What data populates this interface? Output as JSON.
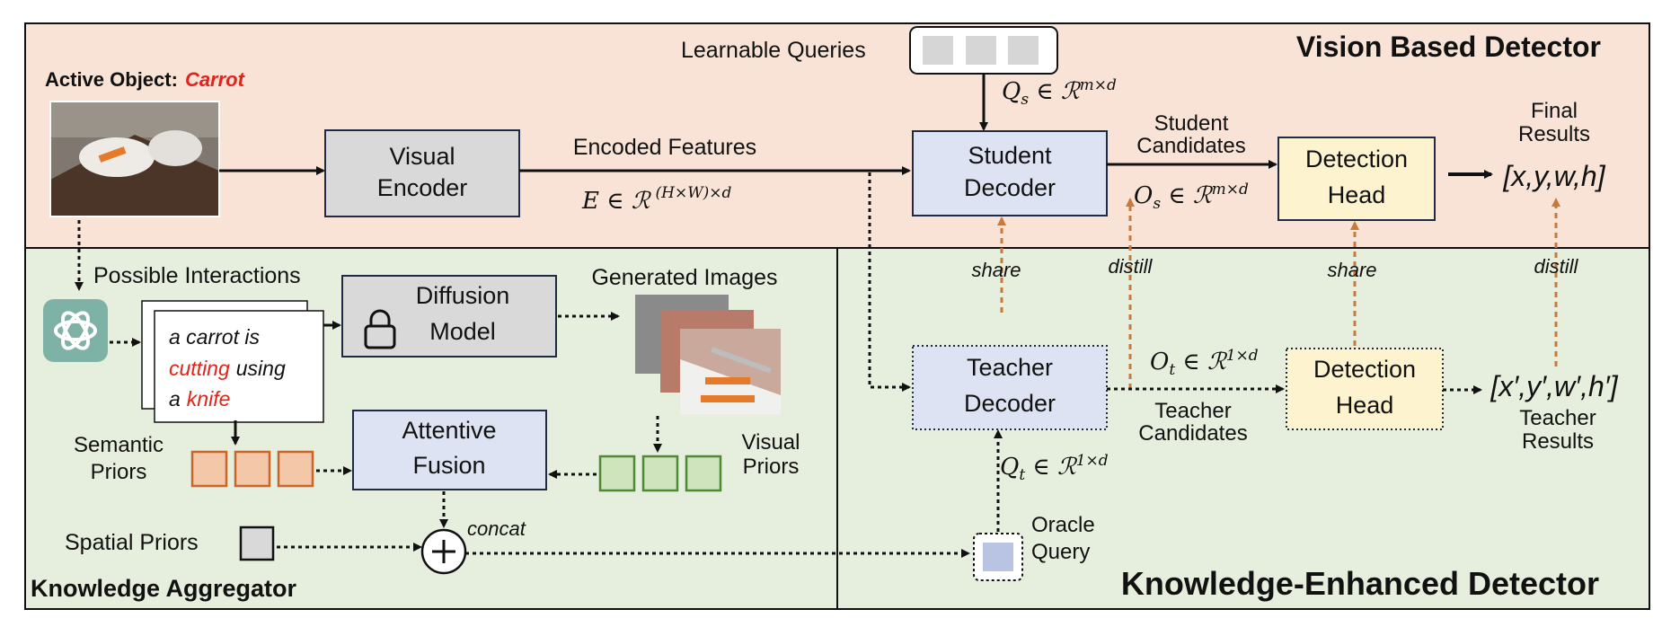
{
  "panels": {
    "vision_title": "Vision Based Detector",
    "aggregator_title": "Knowledge Aggregator",
    "enhanced_title": "Knowledge-Enhanced Detector"
  },
  "active_object": {
    "label": "Active Object:",
    "value": "Carrot"
  },
  "learnable_queries": {
    "label": "Learnable Queries",
    "math": "Q_s ∈ ℛ^{m×d}"
  },
  "visual_encoder": {
    "line1": "Visual",
    "line2": "Encoder"
  },
  "encoded_features": {
    "label": "Encoded Features",
    "math_base": "E ∈ ℛ",
    "math_sup": "(H×W)×d"
  },
  "student_decoder": {
    "line1": "Student",
    "line2": "Decoder"
  },
  "student_candidates": {
    "line1": "Student",
    "line2": "Candidates",
    "math": "O_s ∈ ℛ^{m×d}"
  },
  "detection_head_top": {
    "line1": "Detection",
    "line2": "Head"
  },
  "final_results": {
    "line1": "Final",
    "line2": "Results",
    "value": "[x,y,w,h]"
  },
  "edges": {
    "share_left": "share",
    "distill_left": "distill",
    "share_right": "share",
    "distill_right": "distill",
    "concat": "concat"
  },
  "possible_interactions": {
    "label": "Possible Interactions",
    "prompt_line1": "a carrot is",
    "prompt_line2_red": "cutting",
    "prompt_line2_rest": "using",
    "prompt_line3_a": "a",
    "prompt_line3_red": "knife"
  },
  "diffusion_model": {
    "line1": "Diffusion",
    "line2": "Model"
  },
  "generated_images": {
    "label": "Generated Images"
  },
  "semantic_priors": {
    "line1": "Semantic",
    "line2": "Priors"
  },
  "attentive_fusion": {
    "line1": "Attentive",
    "line2": "Fusion"
  },
  "visual_priors": {
    "line1": "Visual",
    "line2": "Priors"
  },
  "spatial_priors": {
    "label": "Spatial Priors"
  },
  "teacher_decoder": {
    "line1": "Teacher",
    "line2": "Decoder"
  },
  "teacher_candidates": {
    "line1": "Teacher",
    "line2": "Candidates",
    "math": "O_t ∈ ℛ^{1×d}"
  },
  "detection_head_bottom": {
    "line1": "Detection",
    "line2": "Head"
  },
  "teacher_results": {
    "value": "[x′,y′,w′,h′]",
    "line1": "Teacher",
    "line2": "Results"
  },
  "oracle_query": {
    "line1": "Oracle",
    "line2": "Query",
    "math": "Q_t ∈ ℛ^{1×d}"
  },
  "colors": {
    "top_panel": "#f8e3d6",
    "bottom_panel": "#e6eedd",
    "grey_box": "#d9d9d9",
    "blue_box": "#dde3f2",
    "yellow_box": "#fdf3cf",
    "orange_prior": "#f4c7a8",
    "orange_prior_border": "#c8652a",
    "green_prior": "#cfe3bd",
    "green_prior_border": "#4e8a33",
    "dashed_arrow": "#c87a3c",
    "red_text": "#e0241b",
    "openai_icon": "#7fb2a6"
  },
  "icons": [
    "openai-logo-icon",
    "lock-icon",
    "plus-circle-icon"
  ]
}
